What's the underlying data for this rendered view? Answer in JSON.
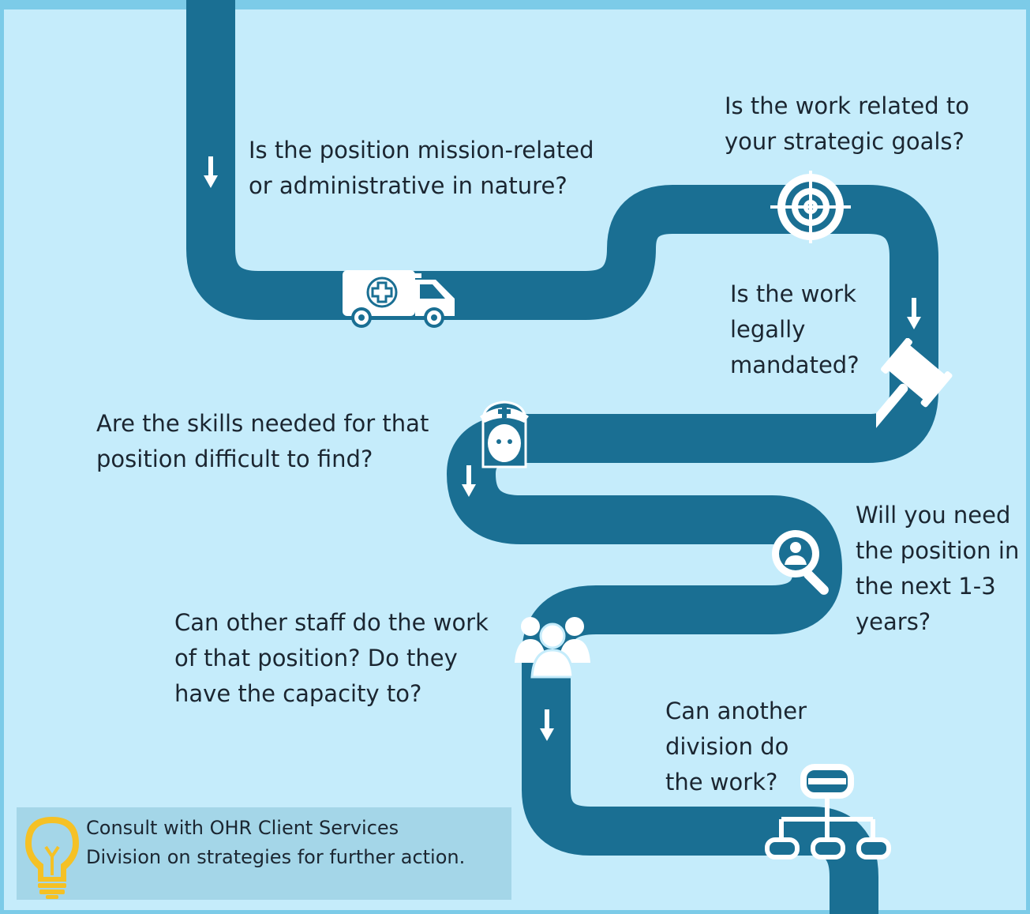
{
  "questions": {
    "q1": [
      "Is the position mission-related",
      "or administrative in nature?"
    ],
    "q2": [
      "Is the work related to",
      "your strategic goals?"
    ],
    "q3": [
      "Is the work",
      "legally",
      "mandated?"
    ],
    "q4": [
      "Are the skills needed for that",
      "position difficult to find?"
    ],
    "q5": [
      "Will you need",
      "the position in",
      "the next 1-3",
      "years?"
    ],
    "q6": [
      "Can other staff do the work",
      "of that position? Do they",
      "have the capacity to?"
    ],
    "q7": [
      "Can another",
      "division do",
      "the work?"
    ]
  },
  "tip": [
    "Consult with OHR Client Services",
    "Division on strategies for further action."
  ],
  "icons": [
    "ambulance-icon",
    "target-icon",
    "gavel-icon",
    "nurse-icon",
    "magnifier-person-icon",
    "team-icon",
    "org-chart-icon",
    "lightbulb-icon"
  ],
  "colors": {
    "road": "#1a6f93",
    "background": "#c5ecfb",
    "frame": "#7ccbe8",
    "tip_box": "#a4d6e8",
    "bulb": "#f5c125"
  }
}
